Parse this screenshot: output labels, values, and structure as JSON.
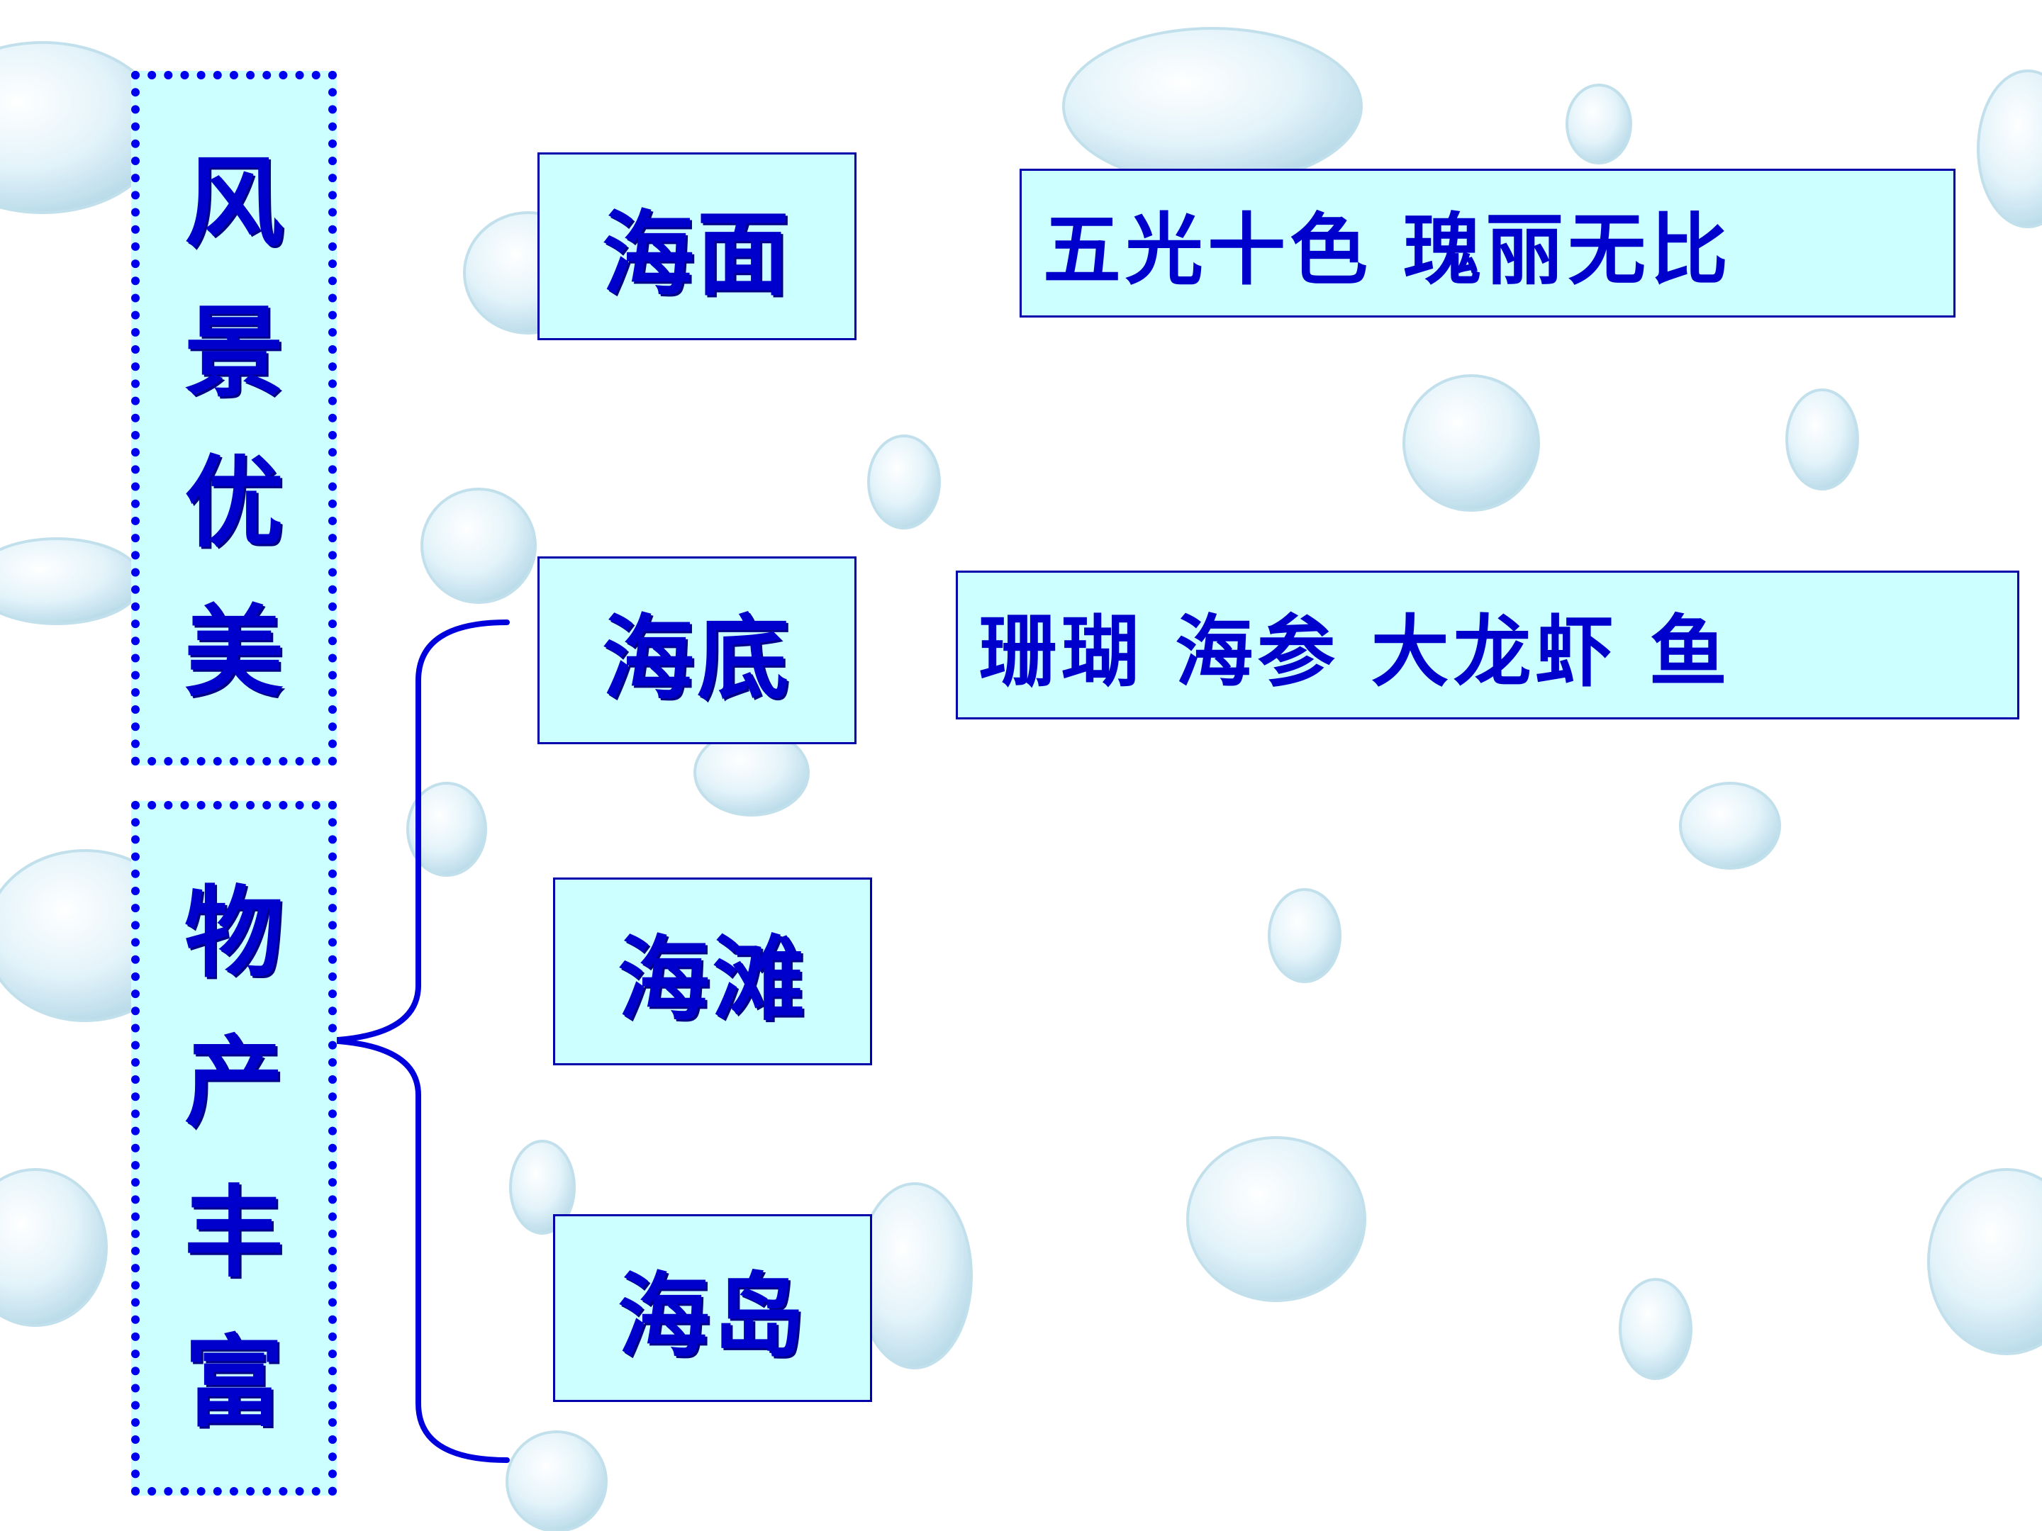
{
  "left_labels": {
    "scenery": [
      "风",
      "景",
      "优",
      "美"
    ],
    "products": [
      "物",
      "产",
      "丰",
      "富"
    ]
  },
  "categories": [
    {
      "label": "海面"
    },
    {
      "label": "海底"
    },
    {
      "label": "海滩"
    },
    {
      "label": "海岛"
    }
  ],
  "descriptions": {
    "sea_surface": "五光十色 瑰丽无比",
    "sea_floor": "珊瑚 海参 大龙虾 鱼"
  },
  "colors": {
    "text": "#0000cc",
    "box_fill": "#ccffff",
    "border": "#0000ee",
    "bubble": "#cfeaf6"
  }
}
